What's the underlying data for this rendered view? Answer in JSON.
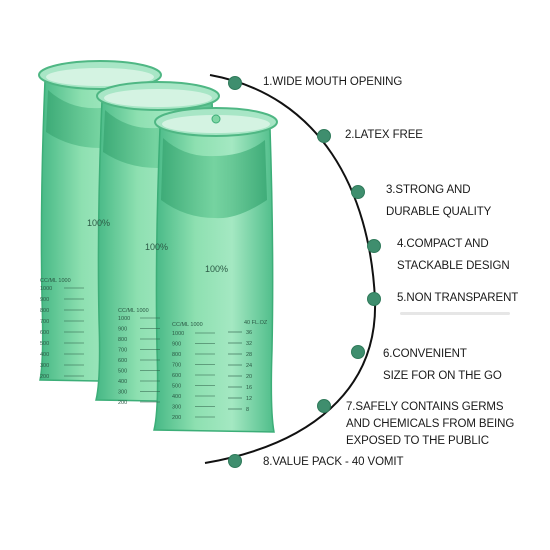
{
  "colors": {
    "bag_fill": "#7fd6a5",
    "bag_dark": "#3cae78",
    "bag_rim": "#9fe3bd",
    "dot": "#3f8e6e",
    "arc": "#111111",
    "text": "#1a1a1a"
  },
  "bag_print": {
    "badge": "100%",
    "scale_label": "CC/ML 1000",
    "scale_right_label": "40 FL.OZ",
    "left_scale": [
      "1000",
      "900",
      "800",
      "700",
      "600",
      "500",
      "400",
      "300",
      "200"
    ],
    "right_scale": [
      "36",
      "32",
      "28",
      "24",
      "20",
      "16",
      "12",
      "8"
    ]
  },
  "features": [
    {
      "lines": [
        "1.WIDE MOUTH OPENING"
      ]
    },
    {
      "lines": [
        "2.LATEX FREE"
      ]
    },
    {
      "lines": [
        "3.STRONG AND",
        "DURABLE QUALITY"
      ]
    },
    {
      "lines": [
        "4.COMPACT AND",
        "STACKABLE DESIGN"
      ]
    },
    {
      "lines": [
        "5.NON TRANSPARENT"
      ]
    },
    {
      "lines": [
        "6.CONVENIENT",
        "SIZE FOR ON THE GO"
      ]
    },
    {
      "lines": [
        "7.SAFELY CONTAINS GERMS",
        "AND CHEMICALS FROM BEING",
        "EXPOSED TO THE PUBLIC"
      ]
    },
    {
      "lines": [
        "8.VALUE PACK - 40 VOMIT"
      ]
    }
  ]
}
